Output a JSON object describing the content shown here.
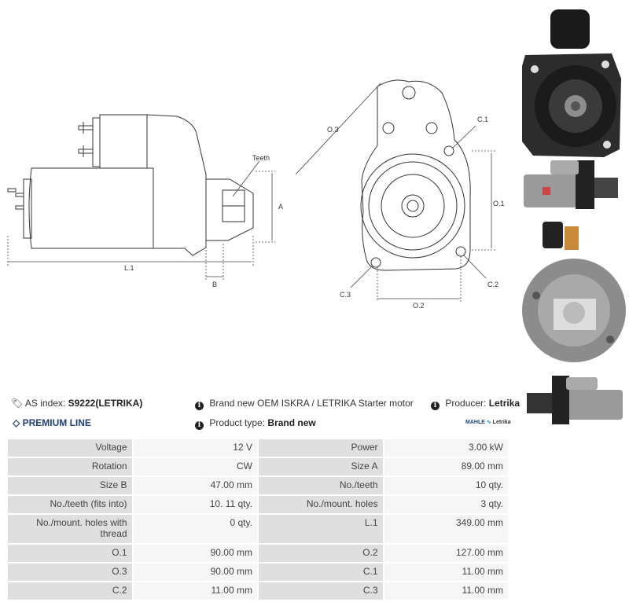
{
  "drawing": {
    "labels": {
      "teeth": "Teeth",
      "a": "A",
      "l1": "L.1",
      "b": "B",
      "o3": "O.3",
      "c1": "C.1",
      "o1": "O.1",
      "c2": "C.2",
      "c3": "C.3",
      "o2": "O.2"
    }
  },
  "info": {
    "as_index_label": "AS index:",
    "as_index_value": "S9222(LETRIKA)",
    "description": "Brand new OEM ISKRA / LETRIKA Starter motor",
    "producer_label": "Producer:",
    "producer_value": "Letrika",
    "premium_line": "PREMIUM LINE",
    "product_type_label": "Product type:",
    "product_type_value": "Brand new",
    "brand_logo_a": "MAHLE",
    "brand_logo_b": "Letrika"
  },
  "specs": [
    [
      "Voltage",
      "12 V",
      "Power",
      "3.00 kW"
    ],
    [
      "Rotation",
      "CW",
      "Size A",
      "89.00 mm"
    ],
    [
      "Size B",
      "47.00 mm",
      "No./teeth",
      "10 qty."
    ],
    [
      "No./teeth (fits into)",
      "10. 11 qty.",
      "No./mount. holes",
      "3 qty."
    ],
    [
      "No./mount. holes with thread",
      "0 qty.",
      "L.1",
      "349.00 mm"
    ],
    [
      "O.1",
      "90.00 mm",
      "O.2",
      "127.00 mm"
    ],
    [
      "O.3",
      "90.00 mm",
      "C.1",
      "11.00 mm"
    ],
    [
      "C.2",
      "11.00 mm",
      "C.3",
      "11.00 mm"
    ]
  ],
  "colors": {
    "premium": "#1e3f7a",
    "label_cell": "#dfdfdf",
    "value_cell": "#f6f6f6"
  },
  "icons": [
    "tag-icon",
    "info-icon",
    "diamond-icon",
    "brand-logo"
  ]
}
